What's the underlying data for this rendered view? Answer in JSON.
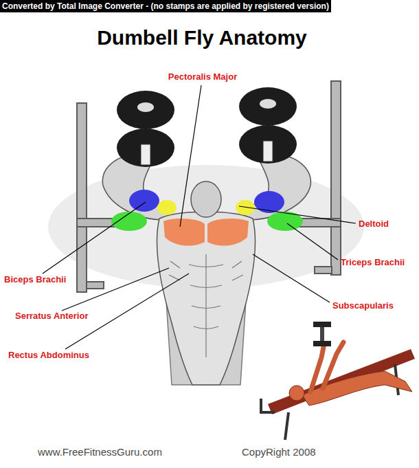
{
  "diagram": {
    "title": "Dumbell Fly Anatomy",
    "nodes": [
      {
        "text": [
          "Converted by Total Image Converter - (no stamps are applied by registered version)"
        ]
      }
    ],
    "labels": [
      "Pectoralis Major",
      "Deltoid",
      "Triceps Brachii",
      "Biceps Brachii",
      "Subscapularis",
      "Serratus Anterior",
      "Rectus Abdominus",
      "www.FreeFitnessGuru.com",
      "CopyRight 2008"
    ]
  }
}
